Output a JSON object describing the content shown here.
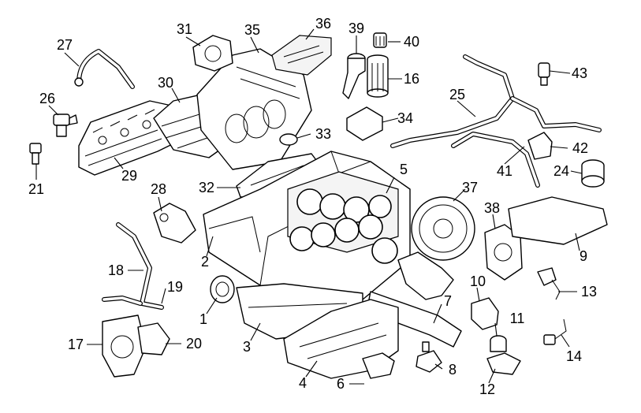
{
  "callouts": [
    {
      "id": "c1",
      "text": "1"
    },
    {
      "id": "c2",
      "text": "2"
    },
    {
      "id": "c3",
      "text": "3"
    },
    {
      "id": "c4",
      "text": "4"
    },
    {
      "id": "c5",
      "text": "5"
    },
    {
      "id": "c6",
      "text": "6"
    },
    {
      "id": "c7",
      "text": "7"
    },
    {
      "id": "c8",
      "text": "8"
    },
    {
      "id": "c9",
      "text": "9"
    },
    {
      "id": "c10",
      "text": "10"
    },
    {
      "id": "c11",
      "text": "11"
    },
    {
      "id": "c12",
      "text": "12"
    },
    {
      "id": "c13",
      "text": "13"
    },
    {
      "id": "c14",
      "text": "14"
    },
    {
      "id": "c16",
      "text": "16"
    },
    {
      "id": "c17",
      "text": "17"
    },
    {
      "id": "c18",
      "text": "18"
    },
    {
      "id": "c19",
      "text": "19"
    },
    {
      "id": "c20",
      "text": "20"
    },
    {
      "id": "c21",
      "text": "21"
    },
    {
      "id": "c24",
      "text": "24"
    },
    {
      "id": "c25",
      "text": "25"
    },
    {
      "id": "c26",
      "text": "26"
    },
    {
      "id": "c27",
      "text": "27"
    },
    {
      "id": "c28",
      "text": "28"
    },
    {
      "id": "c29",
      "text": "29"
    },
    {
      "id": "c30",
      "text": "30"
    },
    {
      "id": "c31",
      "text": "31"
    },
    {
      "id": "c32",
      "text": "32"
    },
    {
      "id": "c33",
      "text": "33"
    },
    {
      "id": "c34",
      "text": "34"
    },
    {
      "id": "c35",
      "text": "35"
    },
    {
      "id": "c36",
      "text": "36"
    },
    {
      "id": "c37",
      "text": "37"
    },
    {
      "id": "c38",
      "text": "38"
    },
    {
      "id": "c39",
      "text": "39"
    },
    {
      "id": "c40",
      "text": "40"
    },
    {
      "id": "c41",
      "text": "41"
    },
    {
      "id": "c42",
      "text": "42"
    },
    {
      "id": "c43",
      "text": "43"
    }
  ],
  "colors": {
    "ink": "#000000",
    "paper": "#ffffff"
  }
}
